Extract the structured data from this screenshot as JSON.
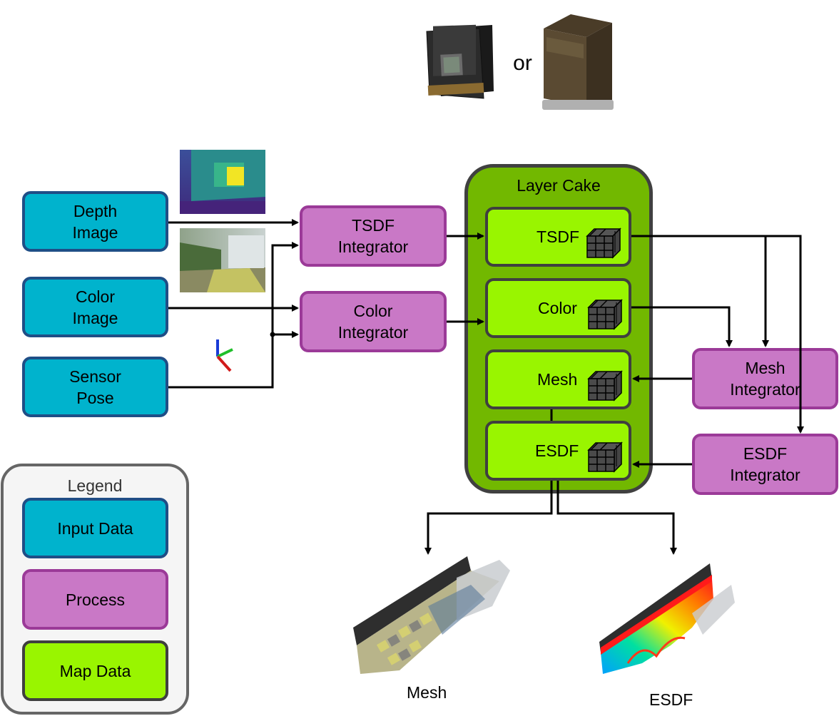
{
  "hardware": {
    "or_text": "or"
  },
  "inputs": {
    "depth": "Depth\nImage",
    "color": "Color\nImage",
    "pose": "Sensor\nPose"
  },
  "processes": {
    "tsdf_integrator": "TSDF\nIntegrator",
    "color_integrator": "Color\nIntegrator",
    "mesh_integrator": "Mesh\nIntegrator",
    "esdf_integrator": "ESDF\nIntegrator"
  },
  "layer_cake": {
    "title": "Layer Cake",
    "layers": [
      "TSDF",
      "Color",
      "Mesh",
      "ESDF"
    ]
  },
  "legend": {
    "title": "Legend",
    "input": "Input Data",
    "process": "Process",
    "map": "Map Data"
  },
  "outputs": {
    "mesh": "Mesh",
    "esdf": "ESDF"
  },
  "colors": {
    "input_fill": "#00b3cd",
    "process_fill": "#c978c6",
    "map_fill": "#99f500",
    "cake_fill": "#72b800"
  }
}
